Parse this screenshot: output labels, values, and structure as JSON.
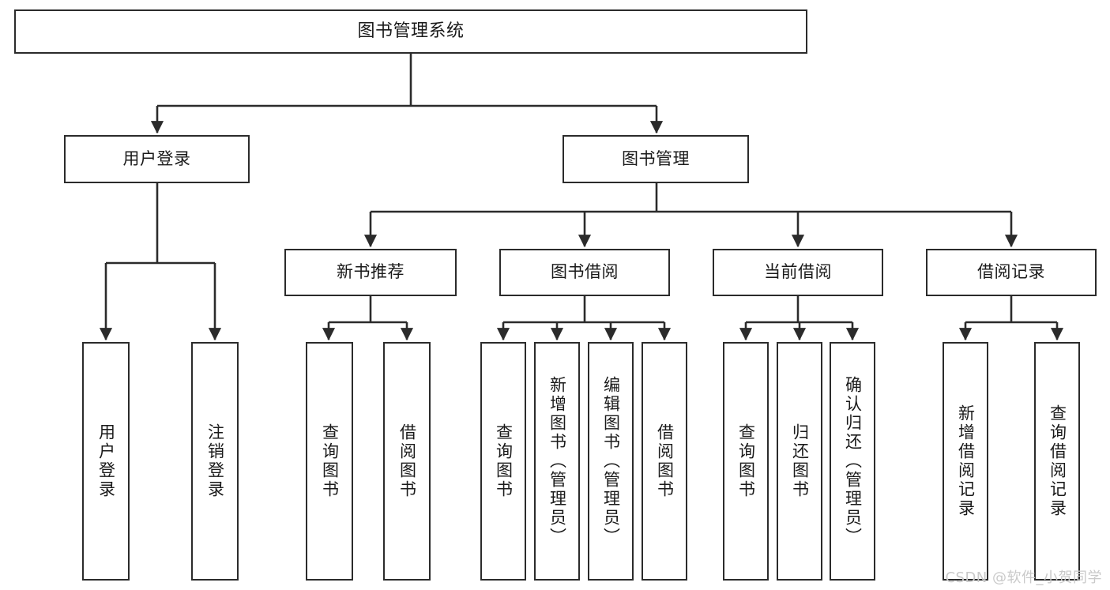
{
  "diagram": {
    "title": "图书管理系统",
    "type": "hierarchy-tree",
    "root": {
      "label": "图书管理系统"
    },
    "level2": [
      {
        "label": "用户登录"
      },
      {
        "label": "图书管理"
      }
    ],
    "level3": [
      {
        "label": "新书推荐"
      },
      {
        "label": "图书借阅"
      },
      {
        "label": "当前借阅"
      },
      {
        "label": "借阅记录"
      }
    ],
    "leaves": {
      "user_login": [
        {
          "label": "用户登录"
        },
        {
          "label": "注销登录"
        }
      ],
      "new_book_recommend": [
        {
          "label": "查询图书"
        },
        {
          "label": "借阅图书"
        }
      ],
      "book_borrow": [
        {
          "label": "查询图书"
        },
        {
          "label": "新增图书（管理员）"
        },
        {
          "label": "编辑图书（管理员）"
        },
        {
          "label": "借阅图书"
        }
      ],
      "current_borrow": [
        {
          "label": "查询图书"
        },
        {
          "label": "归还图书"
        },
        {
          "label": "确认归还（管理员）"
        }
      ],
      "borrow_record": [
        {
          "label": "新增借阅记录"
        },
        {
          "label": "查询借阅记录"
        }
      ]
    }
  },
  "watermark": {
    "text": "CSDN @软件_小贺同学"
  },
  "colors": {
    "stroke": "#2b2b2b",
    "fill": "#ffffff",
    "text": "#1a1a1a",
    "watermark": "#c9c9c9"
  }
}
